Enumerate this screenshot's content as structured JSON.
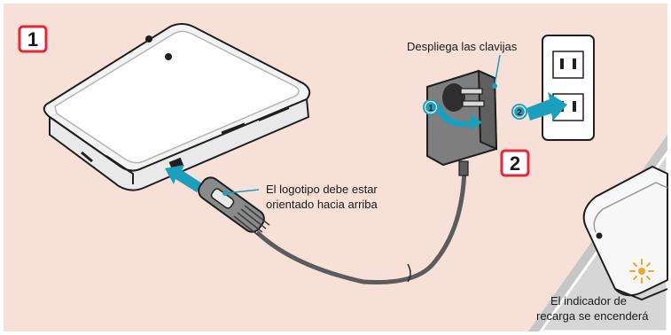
{
  "steps": {
    "step1": "1",
    "step2": "2"
  },
  "substeps": {
    "a": "①",
    "b": "②"
  },
  "labels": {
    "prongs": "Despliega las clavijas",
    "logo_line1": "El logotipo debe estar",
    "logo_line2": "orientado hacia arriba",
    "indicator_line1": "El indicador de",
    "indicator_line2": "recarga se encenderá"
  },
  "colors": {
    "background": "#f6e0d7",
    "accent_red": "#e4283b",
    "arrow_cyan": "#1a9fbe",
    "inset_gray": "#c6c6c6"
  },
  "icons": {
    "charge_light": "charge-indicator-glow-icon"
  }
}
